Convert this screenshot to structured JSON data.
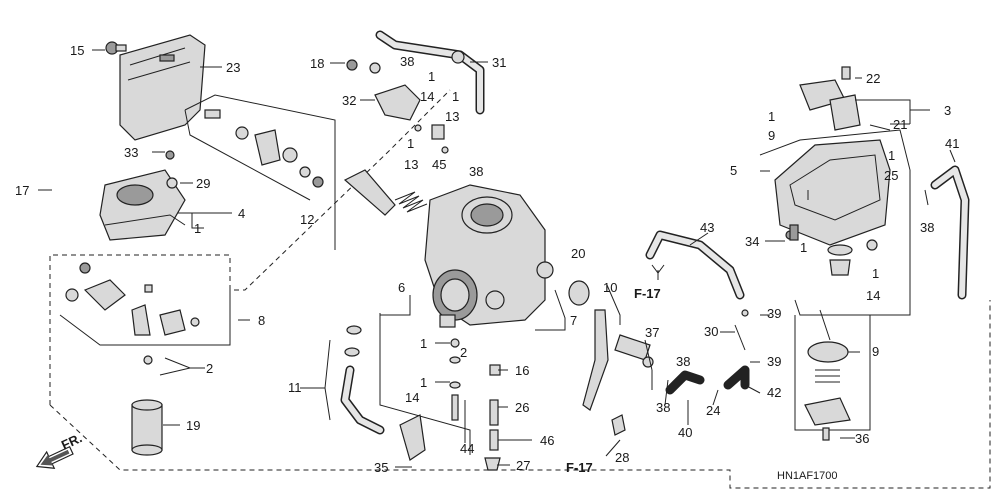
{
  "diagram_code": "HN1AF1700",
  "front_arrow_label": "FR.",
  "ref_f17": "F-17",
  "labels": {
    "n1": "1",
    "n2": "2",
    "n3": "3",
    "n4": "4",
    "n5": "5",
    "n6": "6",
    "n7": "7",
    "n8": "8",
    "n9": "9",
    "n10": "10",
    "n11": "11",
    "n12": "12",
    "n13": "13",
    "n14": "14",
    "n15": "15",
    "n16": "16",
    "n17": "17",
    "n18": "18",
    "n19": "19",
    "n20": "20",
    "n21": "21",
    "n22": "22",
    "n23": "23",
    "n24": "24",
    "n25": "25",
    "n26": "26",
    "n27": "27",
    "n28": "28",
    "n29": "29",
    "n30": "30",
    "n31": "31",
    "n32": "32",
    "n33": "33",
    "n34": "34",
    "n35": "35",
    "n36": "36",
    "n37": "37",
    "n38": "38",
    "n39": "39",
    "n40": "40",
    "n41": "41",
    "n42": "42",
    "n43": "43",
    "n44": "44",
    "n45": "45",
    "n46": "46"
  }
}
